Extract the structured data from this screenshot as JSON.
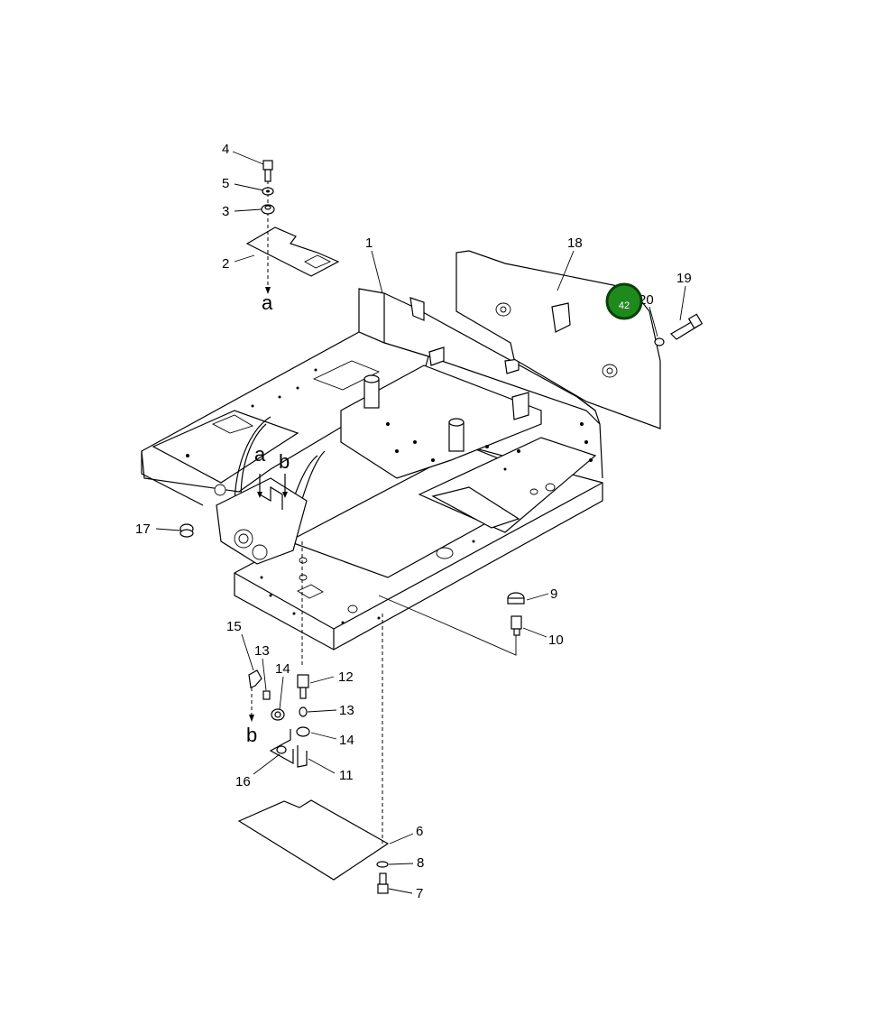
{
  "callouts": [
    {
      "id": "1",
      "label": "1"
    },
    {
      "id": "2",
      "label": "2"
    },
    {
      "id": "3",
      "label": "3"
    },
    {
      "id": "4",
      "label": "4"
    },
    {
      "id": "5",
      "label": "5"
    },
    {
      "id": "6",
      "label": "6"
    },
    {
      "id": "7",
      "label": "7"
    },
    {
      "id": "8",
      "label": "8"
    },
    {
      "id": "9",
      "label": "9"
    },
    {
      "id": "10",
      "label": "10"
    },
    {
      "id": "11",
      "label": "11"
    },
    {
      "id": "12",
      "label": "12"
    },
    {
      "id": "13a",
      "label": "13"
    },
    {
      "id": "13b",
      "label": "13"
    },
    {
      "id": "14a",
      "label": "14"
    },
    {
      "id": "14b",
      "label": "14"
    },
    {
      "id": "15",
      "label": "15"
    },
    {
      "id": "16",
      "label": "16"
    },
    {
      "id": "17",
      "label": "17"
    },
    {
      "id": "18",
      "label": "18"
    },
    {
      "id": "19",
      "label": "19"
    },
    {
      "id": "20",
      "label": "20"
    }
  ],
  "letters": {
    "a_top": "a",
    "a_mid": "a",
    "b_mid": "b",
    "b_bottom": "b"
  },
  "hotspot": {
    "label": "42",
    "color": "#1e8a1e"
  }
}
